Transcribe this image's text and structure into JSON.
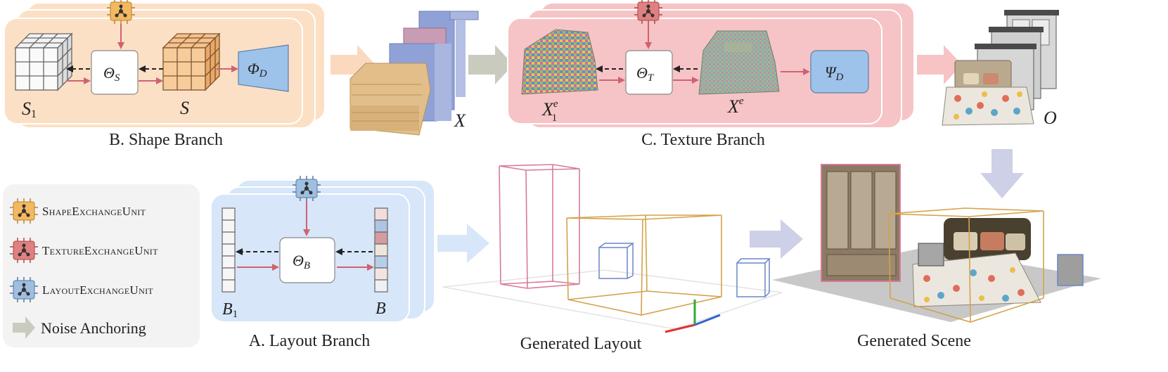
{
  "colors": {
    "shape": "#fce0c5",
    "texture": "#f6c4c6",
    "layout": "#d7e6f9",
    "legend_bg": "#f3f3f3",
    "arrow_red": "#d0626f",
    "decoder_blue": "#9ec3ea",
    "noise_arrow": "#c9cbbf"
  },
  "branches": {
    "shape": {
      "caption": "B. Shape Branch",
      "denoiser": "Θ",
      "denoiser_sub": "S",
      "input_label": "S",
      "input_sub": "1",
      "output_label": "S",
      "decoder": "Φ",
      "decoder_sub": "D",
      "unit_icon": "shape-exchange-unit-icon"
    },
    "texture": {
      "caption": "C. Texture Branch",
      "denoiser": "Θ",
      "denoiser_sub": "T",
      "input_label": "X",
      "input_sup": "e",
      "input_sub": "1",
      "output_label": "X",
      "output_sup": "e",
      "decoder": "Ψ",
      "decoder_sub": "D",
      "unit_icon": "texture-exchange-unit-icon"
    },
    "layout": {
      "caption": "A. Layout Branch",
      "denoiser": "Θ",
      "denoiser_sub": "B",
      "input_label": "B",
      "input_sub": "1",
      "output_label": "B",
      "unit_icon": "layout-exchange-unit-icon"
    }
  },
  "intermediate": {
    "voxel_label": "X",
    "object_label": "O"
  },
  "outputs": {
    "layout_caption": "Generated Layout",
    "scene_caption": "Generated Scene"
  },
  "legend": {
    "items": [
      {
        "label": "ShapeExchangeUnit",
        "icon": "shape-exchange-unit-icon",
        "color": "#f4b860"
      },
      {
        "label": "TextureExchangeUnit",
        "icon": "texture-exchange-unit-icon",
        "color": "#e08080"
      },
      {
        "label": "LayoutExchangeUnit",
        "icon": "layout-exchange-unit-icon",
        "color": "#9fbfe0"
      },
      {
        "label": "Noise Anchoring",
        "icon": "noise-anchoring-arrow-icon",
        "color": "#c9cbbf"
      }
    ]
  }
}
